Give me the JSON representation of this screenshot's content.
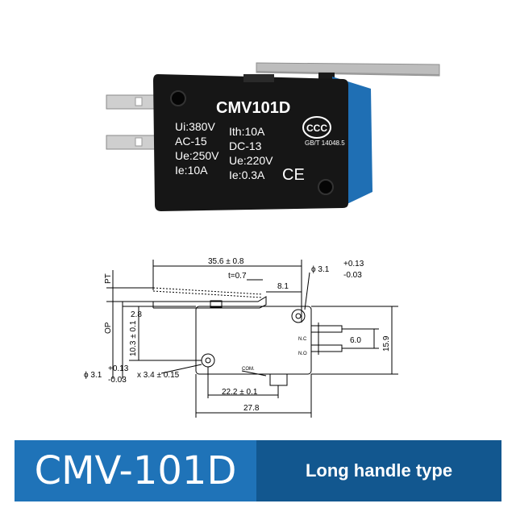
{
  "product_photo": {
    "model": "CMV101D",
    "specs_left": [
      "Ui:380V",
      "AC-15",
      "Ue:250V",
      "Ie:10A"
    ],
    "specs_right": [
      "Ith:10A",
      "DC-13",
      "Ue:220V",
      "Ie:0.3A"
    ],
    "standard": "GB/T 14048.5",
    "ccc_mark": "CCC",
    "ce_mark": "CE",
    "body_color": "#161616",
    "accent_color": "#1f6fb4"
  },
  "drawing": {
    "dim_length": "35.6 ± 0.8",
    "dim_thickness": "t=0.7",
    "dim_lever_end": "8.1",
    "dim_hole_top": "ϕ 3.1",
    "dim_hole_top_tol_plus": "+0.13",
    "dim_hole_top_tol_minus": "-0.03",
    "dim_pt": "PT",
    "dim_op": "OP",
    "dim_2_8": "2.8",
    "dim_10_3": "10.3 ± 0.1",
    "dim_6_0": "6.0",
    "dim_15_9": "15.9",
    "label_nc": "N.C",
    "label_no": "N.O",
    "label_com": "COM.",
    "dim_hole_bottom": "ϕ 3.1",
    "dim_hole_bottom_tol_plus": "+0.13",
    "dim_hole_bottom_tol_minus": "-0.03",
    "dim_hole_bottom_slot": "x 3.4 ± 0.15",
    "dim_22_2": "22.2 ± 0.1",
    "dim_27_8": "27.8"
  },
  "banner": {
    "model_label": "CMV-101D",
    "type_label": "Long handle type",
    "color_left": "#1f73b8",
    "color_right": "#12578f"
  }
}
